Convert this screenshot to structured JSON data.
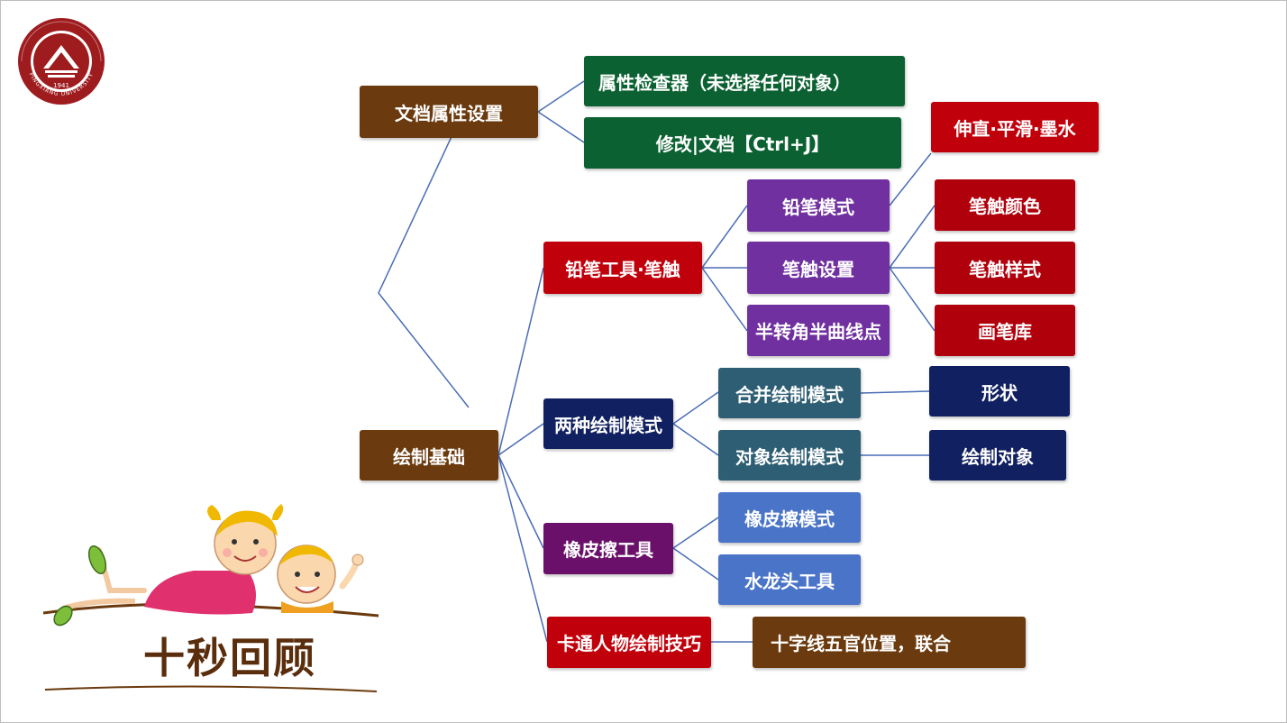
{
  "colors": {
    "brown": "#6b3a0e",
    "green": "#0b6131",
    "red": "#c0000b",
    "purple": "#7030a0",
    "navy": "#102060",
    "steel": "#2e5e73",
    "blue": "#4a74c8",
    "dark_red": "#b0000c",
    "connector": "#4a6db5",
    "title_brown": "#5a2d0c",
    "logo_red": "#9e1b1e"
  },
  "logo": {
    "icon": "university-seal-icon",
    "year": "1941",
    "ring_text": "PINGXIANG UNIVERSITY"
  },
  "nodes": {
    "doc_settings": "文档属性设置",
    "property_inspector": "属性检查器（未选择任何对象）",
    "modify_doc": "修改|文档【Ctrl+J】",
    "drawing_basics": "绘制基础",
    "pencil_tool": "铅笔工具·笔触",
    "pencil_mode": "铅笔模式",
    "pencil_mode_options": "伸直·平滑·墨水",
    "stroke_settings": "笔触设置",
    "stroke_color": "笔触颜色",
    "stroke_style": "笔触样式",
    "brush_library": "画笔库",
    "half_corner_points": "半转角半曲线点",
    "two_modes": "两种绘制模式",
    "merge_mode": "合并绘制模式",
    "shape": "形状",
    "object_mode": "对象绘制模式",
    "draw_object": "绘制对象",
    "eraser_tool": "橡皮擦工具",
    "eraser_mode": "橡皮擦模式",
    "faucet_tool": "水龙头工具",
    "cartoon_tips": "卡通人物绘制技巧",
    "cross_features": "十字线五官位置，联合"
  },
  "review_title": "十秒回顾",
  "illustration": {
    "icon": "cartoon-kids-icon"
  }
}
